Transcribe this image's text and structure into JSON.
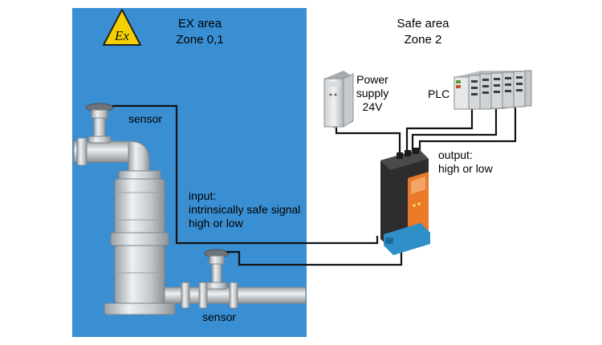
{
  "colors": {
    "ex_area_fill": "#3a8fd3",
    "hazard_yellow": "#f5d000",
    "wire": "#111111",
    "module_orange": "#e87a2a",
    "module_dark": "#2d2d2d",
    "module_base_blue": "#2f8fc9",
    "steel_light": "#e0e2e4",
    "steel_mid": "#b8bcc0",
    "steel_dark": "#8a8f94"
  },
  "icons": {
    "ex_symbol": "ex-hazard-triangle-icon",
    "power_supply": "power-supply-icon",
    "plc": "plc-rack-icon",
    "isolator": "isolator-module-icon",
    "sensor": "sensor-valve-icon"
  },
  "ex_symbol_text": "Ex",
  "ex_area": {
    "title": "EX area",
    "zone": "Zone 0,1"
  },
  "safe_area": {
    "title": "Safe area",
    "zone": "Zone 2"
  },
  "power_supply": {
    "lines": [
      "Power",
      "supply",
      "24V"
    ]
  },
  "plc": {
    "label": "PLC"
  },
  "sensor_top": {
    "label": "sensor"
  },
  "sensor_bottom": {
    "label": "sensor"
  },
  "input": {
    "lines": [
      "input:",
      "intrinsically safe signal",
      "high or low"
    ]
  },
  "output": {
    "lines": [
      "output:",
      "high or low"
    ]
  }
}
